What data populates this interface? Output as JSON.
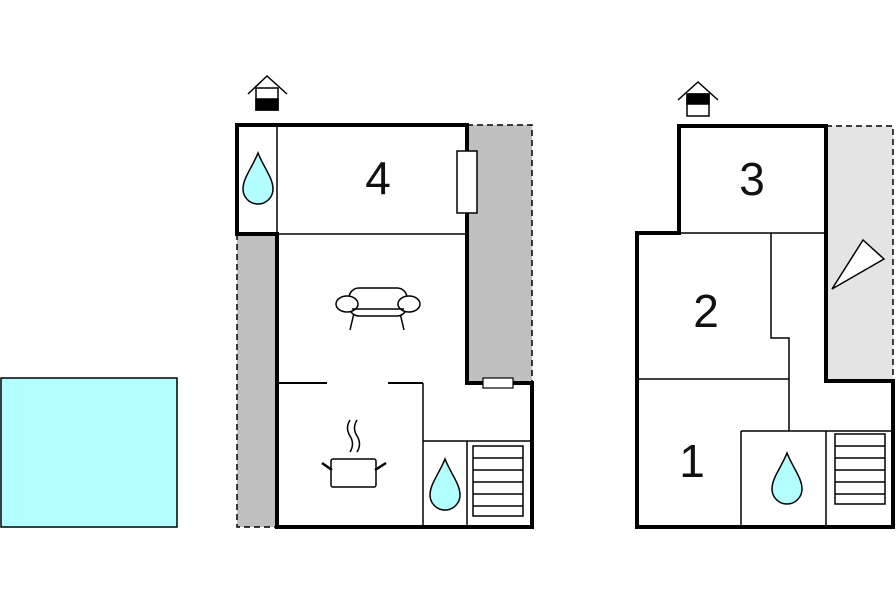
{
  "plan": {
    "colors": {
      "pool": "#b3ffff",
      "terrace": "#c0c0c0",
      "terrace_light": "#e4e4e4",
      "wall": "#000000",
      "water": "#b3ffff"
    },
    "pool": {
      "icon": "pool"
    },
    "left_floor": {
      "room_4_label": "4",
      "icons": [
        "entrance-icon",
        "water-drop-icon",
        "window-icon",
        "sofa-icon",
        "cooking-pot-icon",
        "water-drop-icon",
        "stairs-icon"
      ]
    },
    "right_floor": {
      "room_3_label": "3",
      "room_2_label": "2",
      "room_1_label": "1",
      "icons": [
        "entrance-icon",
        "triangle-marker-icon",
        "water-drop-icon",
        "stairs-icon"
      ]
    }
  }
}
